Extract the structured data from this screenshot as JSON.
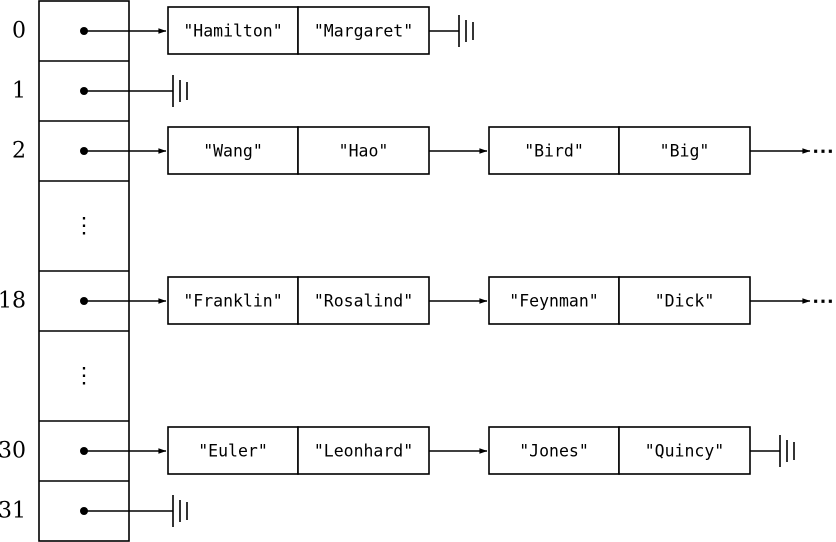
{
  "indices": [
    "0",
    "1",
    "2",
    "18",
    "30",
    "31"
  ],
  "chains": {
    "0": {
      "nodes": [
        [
          "\"Hamilton\"",
          "\"Margaret\""
        ]
      ],
      "end": "null"
    },
    "1": {
      "nodes": [],
      "end": "null"
    },
    "2": {
      "nodes": [
        [
          "\"Wang\"",
          "\"Hao\""
        ],
        [
          "\"Bird\"",
          "\"Big\""
        ]
      ],
      "end": "continues"
    },
    "18": {
      "nodes": [
        [
          "\"Franklin\"",
          "\"Rosalind\""
        ],
        [
          "\"Feynman\"",
          "\"Dick\""
        ]
      ],
      "end": "continues"
    },
    "30": {
      "nodes": [
        [
          "\"Euler\"",
          "\"Leonhard\""
        ],
        [
          "\"Jones\"",
          "\"Quincy\""
        ]
      ],
      "end": "null"
    },
    "31": {
      "nodes": [],
      "end": "null"
    }
  },
  "ellipsis": "⋮",
  "continuation": "⋯"
}
